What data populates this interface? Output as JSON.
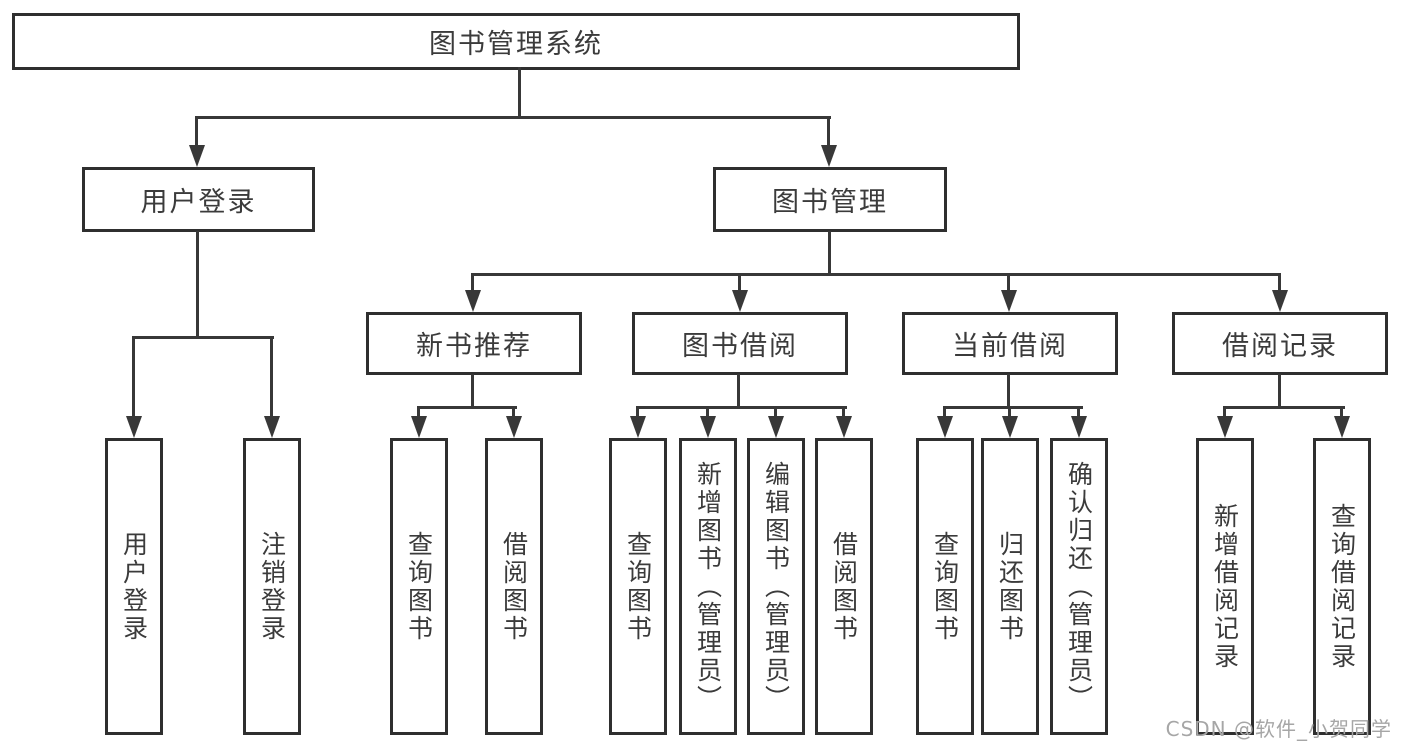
{
  "tree": {
    "label": "图书管理系统",
    "children": [
      {
        "label": "用户登录",
        "children": [
          {
            "label": "用户登录"
          },
          {
            "label": "注销登录"
          }
        ]
      },
      {
        "label": "图书管理",
        "children": [
          {
            "label": "新书推荐",
            "children": [
              {
                "label": "查询图书"
              },
              {
                "label": "借阅图书"
              }
            ]
          },
          {
            "label": "图书借阅",
            "children": [
              {
                "label": "查询图书"
              },
              {
                "label": "新增图书（管理员）"
              },
              {
                "label": "编辑图书（管理员）"
              },
              {
                "label": "借阅图书"
              }
            ]
          },
          {
            "label": "当前借阅",
            "children": [
              {
                "label": "查询图书"
              },
              {
                "label": "归还图书"
              },
              {
                "label": "确认归还（管理员）"
              }
            ]
          },
          {
            "label": "借阅记录",
            "children": [
              {
                "label": "新增借阅记录"
              },
              {
                "label": "查询借阅记录"
              }
            ]
          }
        ]
      }
    ]
  },
  "watermark": {
    "text": "CSDN @软件_小贺同学"
  },
  "colors": {
    "background": "#ffffff",
    "box_border": "#2f2f2f",
    "connector_line": "#383838",
    "text": "#3b3b3b",
    "watermark": "#a6a6a6"
  }
}
